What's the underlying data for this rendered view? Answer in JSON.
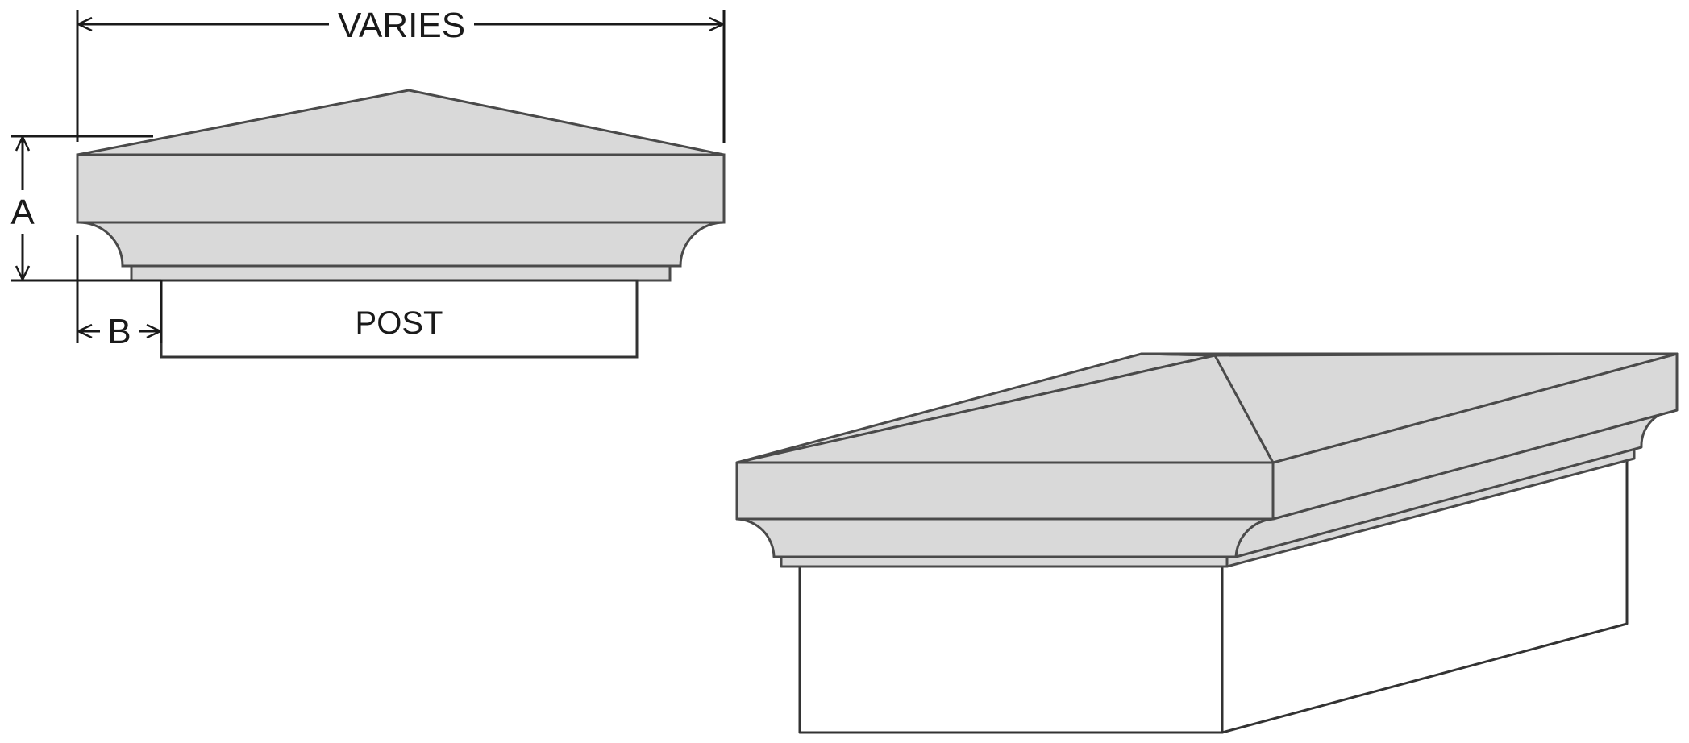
{
  "labels": {
    "varies": "VARIES",
    "a": "A",
    "b": "B",
    "post": "POST"
  },
  "colors": {
    "cap_fill": "#d9d9d9",
    "outline": "#4a4a4a",
    "dimension_line": "#1a1a1a",
    "post_fill": "#ffffff",
    "background": "#ffffff"
  }
}
